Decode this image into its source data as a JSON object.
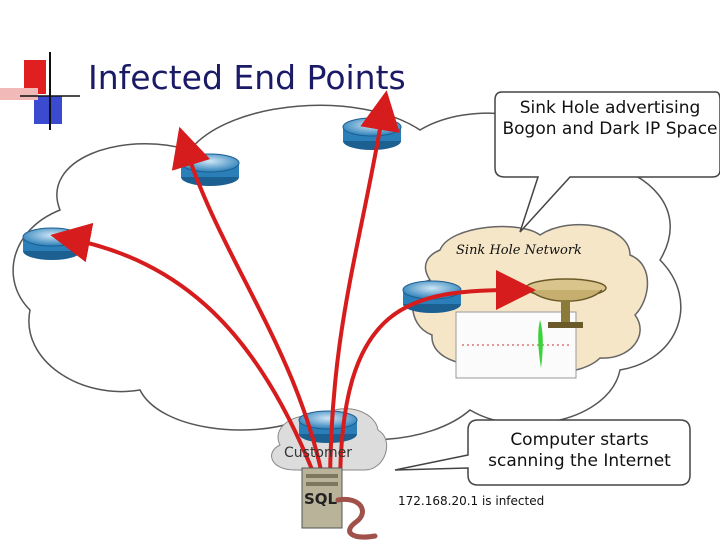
{
  "slide": {
    "title": "Infected End Points",
    "callout_sinkhole": "Sink Hole advertising Bogon and Dark IP Space",
    "sinkhole_network_label": "Sink Hole Network",
    "customer_label": "Customer",
    "server_label": "SQL",
    "callout_computer": "Computer starts scanning the Internet",
    "infected_note": "172.168.20.1 is infected"
  },
  "colors": {
    "accent_red": "#e02020",
    "bullet_blue": "#3a4bd0",
    "sinkhole_fill": "#f6e6c8",
    "arrow": "#d61c1c"
  },
  "icons": [
    "router-icon",
    "sinkhole-dish-icon",
    "server-icon",
    "worm-icon",
    "monitor-chart-icon"
  ]
}
